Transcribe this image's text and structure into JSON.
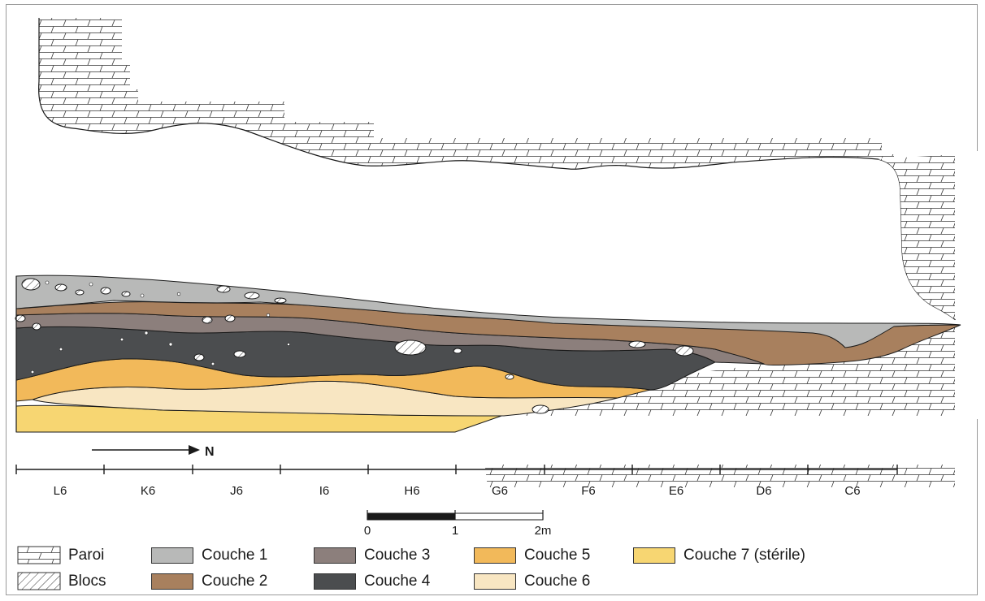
{
  "north_label": "N",
  "grid_squares": [
    "L6",
    "K6",
    "J6",
    "I6",
    "H6",
    "G6",
    "F6",
    "E6",
    "D6",
    "C6"
  ],
  "scale_bar": {
    "labels": [
      "0",
      "1",
      "2m"
    ]
  },
  "legend": [
    {
      "id": "paroi",
      "label": "Paroi",
      "pattern": "bricks"
    },
    {
      "id": "blocs",
      "label": "Blocs",
      "pattern": "hatch"
    },
    {
      "id": "couche1",
      "label": "Couche 1",
      "color": "#b8b9b8"
    },
    {
      "id": "couche2",
      "label": "Couche 2",
      "color": "#a8805e"
    },
    {
      "id": "couche3",
      "label": "Couche 3",
      "color": "#8c7f7c"
    },
    {
      "id": "couche4",
      "label": "Couche 4",
      "color": "#4b4d4f"
    },
    {
      "id": "couche5",
      "label": "Couche 5",
      "color": "#f2b95a"
    },
    {
      "id": "couche6",
      "label": "Couche 6",
      "color": "#f8e6c2"
    },
    {
      "id": "couche7",
      "label": "Couche 7 (stérile)",
      "color": "#f7d672"
    }
  ]
}
